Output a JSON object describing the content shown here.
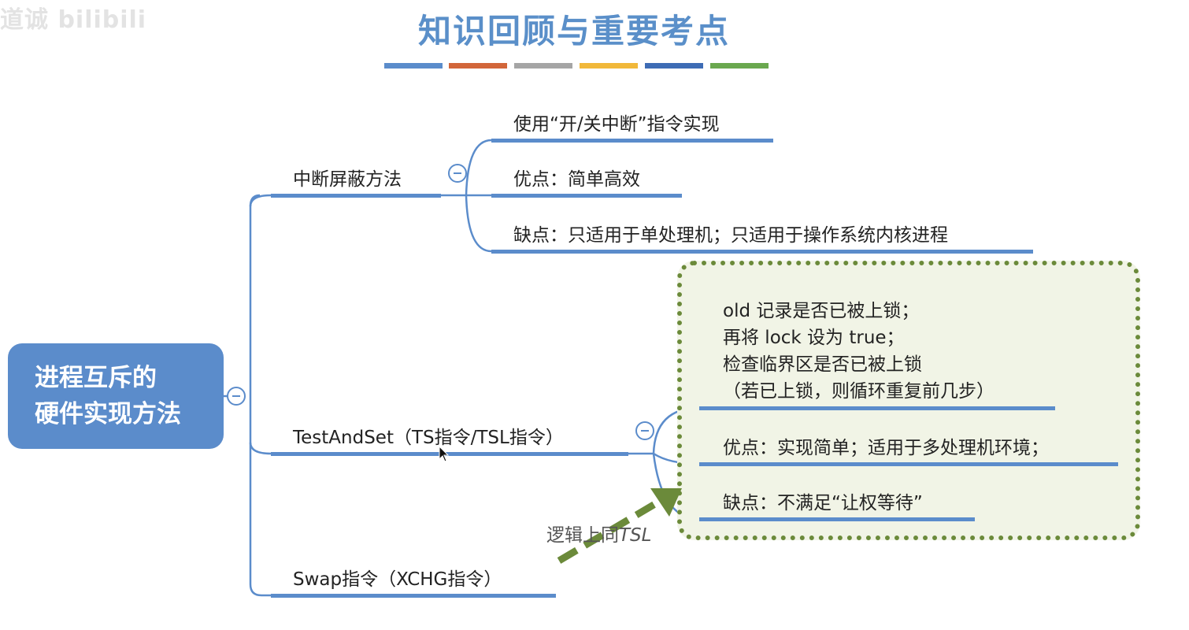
{
  "watermark": "道诚 bilibili",
  "title": "知识回顾与重要考点",
  "swatch_colors": [
    "#5b8ccb",
    "#d2663a",
    "#a5a5a5",
    "#f1b83a",
    "#3e6cb5",
    "#6aa84f"
  ],
  "colors": {
    "branch": "#5b8ccb",
    "callout_border": "#6b8a3a",
    "callout_fill": "#f1f4e6",
    "arrow": "#6b8a3a"
  },
  "root": {
    "line1": "进程互斥的",
    "line2": "硬件实现方法"
  },
  "branches": [
    {
      "label": "中断屏蔽方法",
      "children": [
        "使用“开/关中断”指令实现",
        "优点：简单高效",
        "缺点：只适用于单处理机；只适用于操作系统内核进程"
      ]
    },
    {
      "label": "TestAndSet（TS指令/TSL指令）",
      "children": [
        [
          "old 记录是否已被上锁；",
          "再将 lock 设为 true；",
          "检查临界区是否已被上锁",
          "（若已上锁，则循环重复前几步）"
        ],
        "优点：实现简单；适用于多处理机环境；",
        "缺点：不满足“让权等待”"
      ]
    },
    {
      "label": "Swap指令（XCHG指令）"
    }
  ],
  "arrow_label": {
    "prefix": "逻辑上同",
    "suffix": "TSL"
  }
}
